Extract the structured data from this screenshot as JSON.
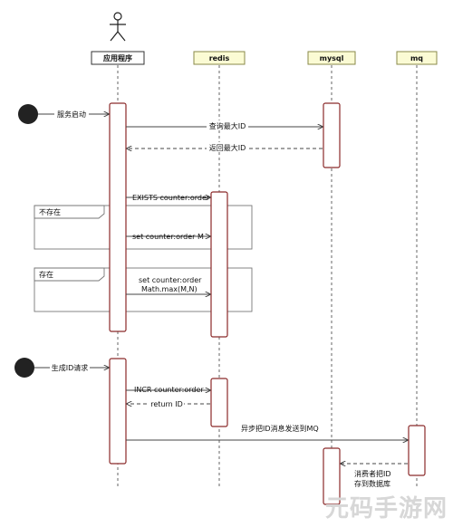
{
  "participants": [
    {
      "id": "app",
      "label": "应用程序",
      "fill": "#ffffff",
      "stroke": "#333333"
    },
    {
      "id": "redis",
      "label": "redis",
      "fill": "#fbfbd4",
      "stroke": "#8a8a4a"
    },
    {
      "id": "mysql",
      "label": "mysql",
      "fill": "#fbfbd4",
      "stroke": "#8a8a4a"
    },
    {
      "id": "mq",
      "label": "mq",
      "fill": "#fbfbd4",
      "stroke": "#8a8a4a"
    }
  ],
  "starts": [
    "服务启动",
    "生成ID请求"
  ],
  "messages": [
    "查询最大ID",
    "返回最大ID",
    "EXISTS counter:order",
    "set counter:order M",
    "set counter:order",
    "Math.max(M,N)",
    "INCR counter:order",
    "return ID",
    "异步把ID消息发送到MQ",
    "消费者把ID",
    "存到数据库"
  ],
  "fragments": [
    "不存在",
    "存在"
  ],
  "colors": {
    "activation_stroke": "#8b2a2a",
    "start_dot": "#222222",
    "header_fill": "#fbfbd4"
  },
  "watermark": "元码手游网"
}
